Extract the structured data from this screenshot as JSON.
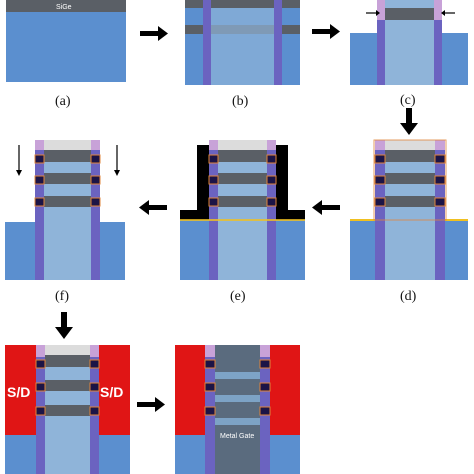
{
  "panels": [
    {
      "id": "a",
      "label": "(a)",
      "annotation": "SiGe"
    },
    {
      "id": "b",
      "label": "(b)"
    },
    {
      "id": "c",
      "label": "(c)"
    },
    {
      "id": "d",
      "label": "(d)"
    },
    {
      "id": "e",
      "label": "(e)"
    },
    {
      "id": "f",
      "label": "(f)"
    },
    {
      "id": "g",
      "label": "",
      "sd_left": "S/D",
      "sd_right": "S/D"
    },
    {
      "id": "h",
      "label": "",
      "gate_text": "Metal Gate"
    }
  ],
  "colors": {
    "substrate": "#5b8fcf",
    "layer_dark": "#5a5f66",
    "layer_light": "#8fb4d9",
    "spacer_purple": "#6b63c0",
    "inner_spacer": "#1c1446",
    "orange_edge": "#e0843a",
    "cap_lilac": "#c8a2d8",
    "hardmask": "#dcdcdc",
    "black_fill": "#000000",
    "sd_red": "#e01515",
    "metal_gate": "#5a6b7e",
    "liner": "#f0c020"
  }
}
